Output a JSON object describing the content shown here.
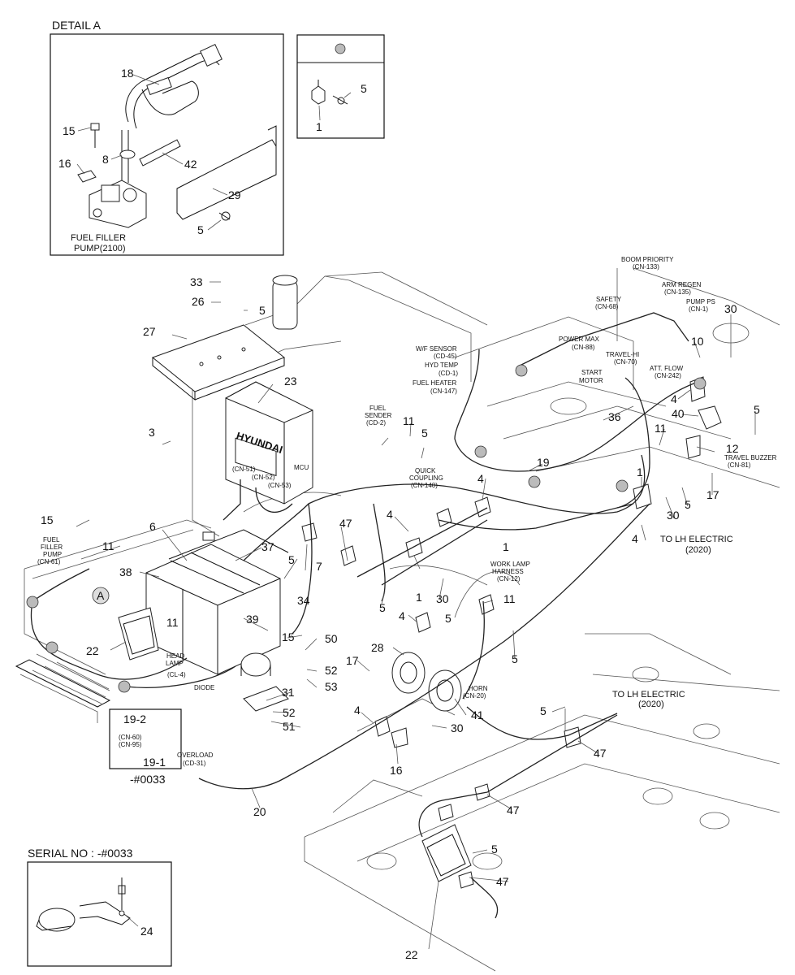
{
  "detail_a": {
    "title": "DETAIL  A",
    "pump_label_1": "FUEL FILLER",
    "pump_label_2": "PUMP(2100)",
    "parts": [
      "18",
      "15",
      "8",
      "42",
      "16",
      "29",
      "5"
    ]
  },
  "inset_box": {
    "parts": [
      "5",
      "1"
    ]
  },
  "serial_box": {
    "title": "SERIAL NO : -#0033",
    "part": "24"
  },
  "serial_ref": "-#0033",
  "callouts": {
    "p33": "33",
    "p26": "26",
    "p5a": "5",
    "p27": "27",
    "p23": "23",
    "p3": "3",
    "p15a": "15",
    "p6": "6",
    "p11a": "11",
    "p38": "38",
    "p37": "37",
    "p5b": "5",
    "p34": "34",
    "p7": "7",
    "p47a": "47",
    "p39": "39",
    "p22a": "22",
    "p11b": "11",
    "p15b": "15",
    "p50": "50",
    "p17a": "17",
    "p52a": "52",
    "p53": "53",
    "p31": "31",
    "p52b": "52",
    "p51": "51",
    "p19_2": "19-2",
    "p19_1": "19-1",
    "p20": "20",
    "p28": "28",
    "p41": "41",
    "p4a": "4",
    "p30a": "30",
    "p16": "16",
    "p4b": "4",
    "p5c": "5",
    "p11c": "11",
    "p5d": "5",
    "p4c": "4",
    "p1a": "1",
    "p4d": "4",
    "p1b": "1",
    "p30b": "30",
    "p5e": "5",
    "p11d": "11",
    "p5f": "5",
    "p19": "19",
    "p36": "36",
    "p4e": "4",
    "p40": "40",
    "p5g": "5",
    "p12": "12",
    "p11e": "11",
    "p17b": "17",
    "p1c": "1",
    "p30c": "30",
    "p5h": "5",
    "p4f": "4",
    "p10": "10",
    "p30d": "30",
    "p5i": "5",
    "p47b": "47",
    "p47c": "47",
    "p5j": "5",
    "p47d": "47",
    "p22b": "22",
    "pA": "A"
  },
  "labels": {
    "hyundai": "HYUNDAI",
    "mcu": "MCU",
    "cn51": "(CN-51)",
    "cn52": "(CN-52)",
    "cn53": "(CN-53)",
    "ff_pump_1": "FUEL",
    "ff_pump_2": "FILLER",
    "ff_pump_3": "PUMP",
    "ff_pump_4": "(CN-61)",
    "head_lamp_1": "HEAD",
    "head_lamp_2": "LAMP",
    "head_lamp_3": "(CL-4)",
    "diode": "DIODE",
    "cn60": "(CN-60)",
    "cn95": "(CN-95)",
    "overload_1": "OVERLOAD",
    "overload_2": "(CD-31)",
    "horn_1": "HORN",
    "horn_2": "(CN-20)",
    "work_lamp_1": "WORK LAMP",
    "work_lamp_2": "HARNESS",
    "work_lamp_3": "(CN-12)",
    "to_lh_1a": "TO LH ELECTRIC",
    "to_lh_1b": "(2020)",
    "to_lh_2a": "TO LH ELECTRIC",
    "to_lh_2b": "(2020)",
    "fuel_sender_1": "FUEL",
    "fuel_sender_2": "SENDER",
    "fuel_sender_3": "(CD-2)",
    "quick_1": "QUICK",
    "quick_2": "COUPLING",
    "quick_3": "(CN-140)",
    "wf_1": "W/F SENSOR",
    "wf_2": "(CD-45)",
    "hyd_1": "HYD TEMP",
    "hyd_2": "(CD-1)",
    "fh_1": "FUEL HEATER",
    "fh_2": "(CN-147)",
    "boom_1": "BOOM PRIORITY",
    "boom_2": "(CN-133)",
    "arm_1": "ARM REGEN",
    "arm_2": "(CN-135)",
    "pps_1": "PUMP PS",
    "pps_2": "(CN-1)",
    "safety_1": "SAFETY",
    "safety_2": "(CN-68)",
    "pmax_1": "POWER MAX",
    "pmax_2": "(CN-88)",
    "thi_1": "TRAVEL-HI",
    "thi_2": "(CN-70)",
    "att_1": "ATT. FLOW",
    "att_2": "(CN-242)",
    "sm_1": "START",
    "sm_2": "MOTOR",
    "tb_1": "TRAVEL BUZZER",
    "tb_2": "(CN-81)"
  }
}
